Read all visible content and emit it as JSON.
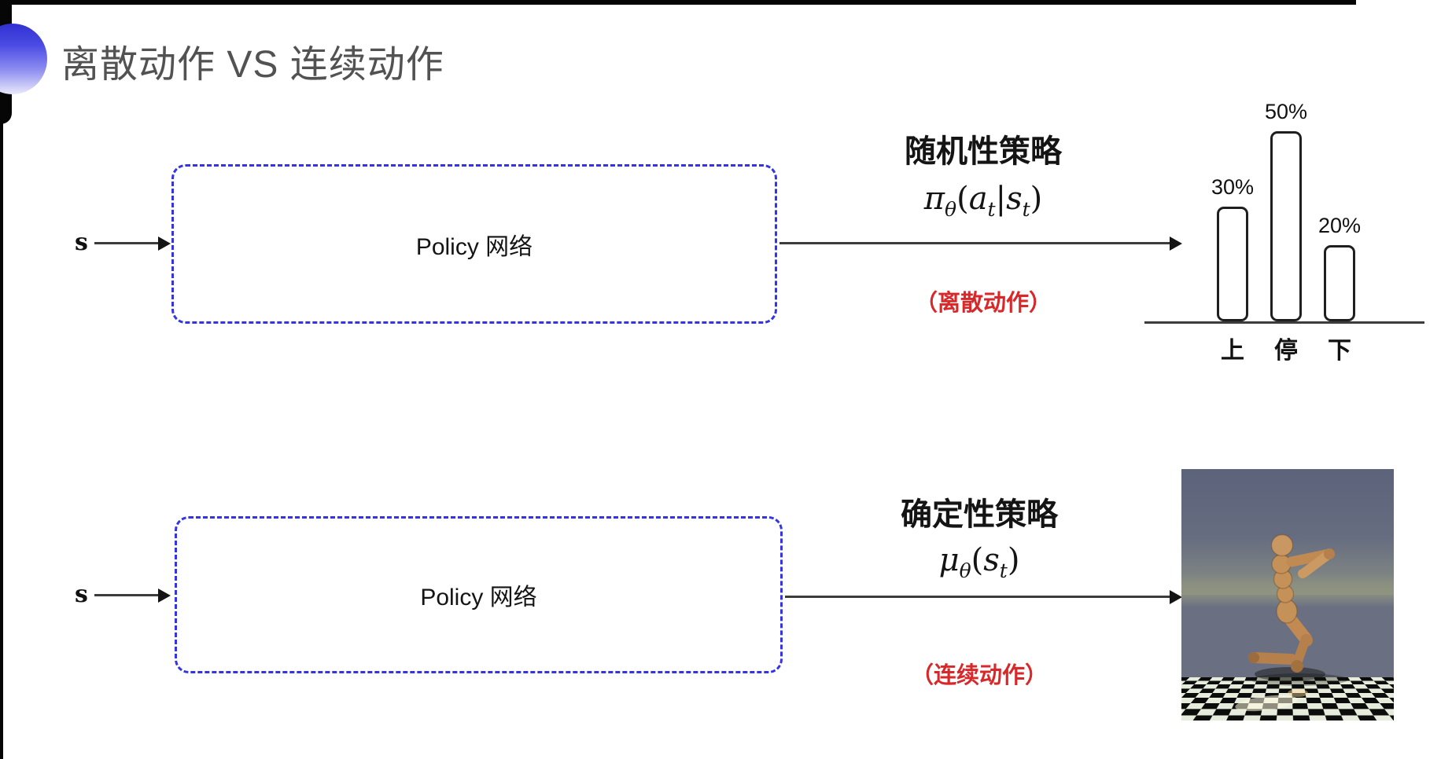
{
  "header": {
    "title": "离散动作 VS 连续动作",
    "accent_color": "#4a4ae4"
  },
  "top_row": {
    "input_label": "s",
    "box_label": "Policy 网络",
    "policy_title": "随机性策略",
    "formula": {
      "base": "π",
      "base_sub": "θ",
      "open": "(",
      "arg1": "a",
      "arg1_sub": "t",
      "bar": "|",
      "arg2": "s",
      "arg2_sub": "t",
      "close": ")"
    },
    "formula_text": "πθ(at|st)",
    "action_type": "（离散动作）",
    "action_color": "#d8282a"
  },
  "bottom_row": {
    "input_label": "s",
    "box_label": "Policy 网络",
    "policy_title": "确定性策略",
    "formula": {
      "base": "μ",
      "base_sub": "θ",
      "open": "(",
      "arg1": "s",
      "arg1_sub": "t",
      "close": ")"
    },
    "formula_text": "μθ(st)",
    "action_type": "（连续动作）",
    "action_color": "#d8282a",
    "image_name": "humanoid-robot-simulation"
  },
  "chart_data": {
    "type": "bar",
    "categories": [
      "上",
      "停",
      "下"
    ],
    "values": [
      30,
      50,
      20
    ],
    "value_labels": [
      "30%",
      "50%",
      "20%"
    ],
    "title": "",
    "xlabel": "",
    "ylabel": "",
    "ylim": [
      0,
      60
    ],
    "grid": false,
    "legend": "none"
  },
  "colors": {
    "box_border": "#3434e4",
    "title_gray": "#525252",
    "text_dark": "#141414",
    "red": "#d8282a",
    "arrow": "#3c3c3c"
  }
}
